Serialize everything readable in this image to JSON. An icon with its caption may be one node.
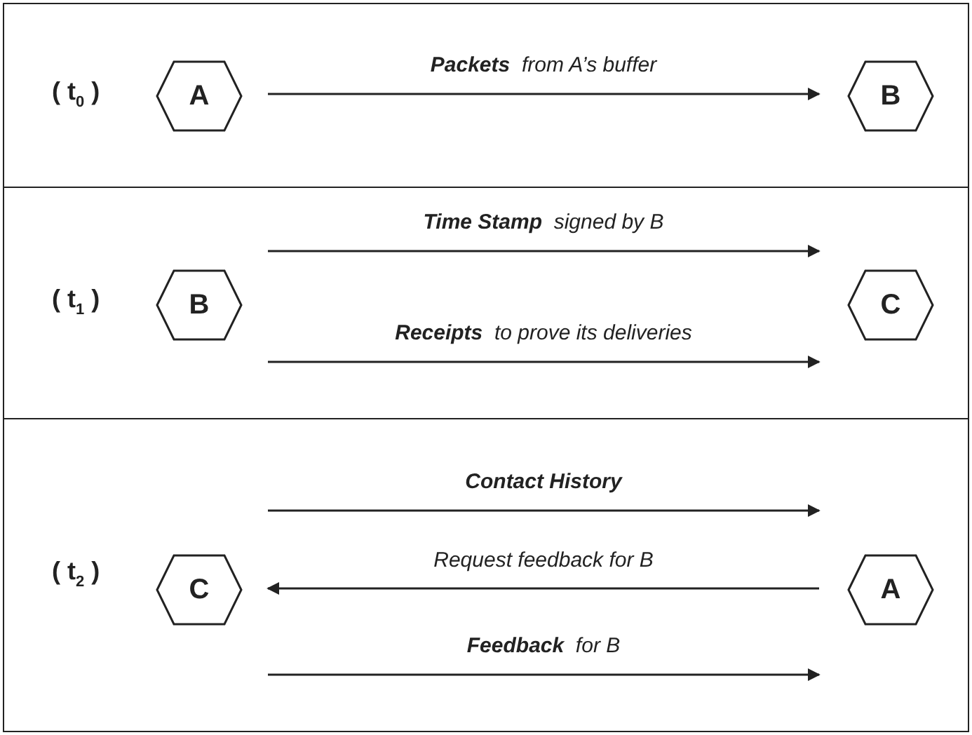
{
  "diagram": {
    "nodes": [
      {
        "text": [
          "( t$_{0}$ )"
        ]
      },
      {
        "text": [
          "A"
        ],
        "in": 0
      },
      {
        "text": [
          "B"
        ],
        "in": 0
      },
      {
        "text": [
          "( t$_{1}$ )"
        ]
      },
      {
        "text": [
          "B"
        ],
        "in": 3
      },
      {
        "text": [
          "C"
        ],
        "in": 3
      },
      {
        "text": [
          "( t$_{2}$ )"
        ]
      },
      {
        "text": [
          "C"
        ],
        "in": 6
      },
      {
        "text": [
          "A"
        ],
        "in": 6
      }
    ],
    "edges": [
      {
        "from": 1,
        "to": 2,
        "arrow": "to",
        "label": "**Packets**  from A’s buffer"
      },
      {
        "from": 4,
        "to": 5,
        "arrow": "to",
        "label": "**Time Stamp**  signed by B"
      },
      {
        "from": 4,
        "to": 5,
        "arrow": "to",
        "label": "**Receipts**  to prove its deliveries"
      },
      {
        "from": 7,
        "to": 8,
        "arrow": "to",
        "label": "**Contact History**"
      },
      {
        "from": 8,
        "to": 7,
        "arrow": "to",
        "label": "Request feedback for B"
      },
      {
        "from": 7,
        "to": 8,
        "arrow": "to",
        "label": "**Feedback**  for B"
      }
    ]
  }
}
